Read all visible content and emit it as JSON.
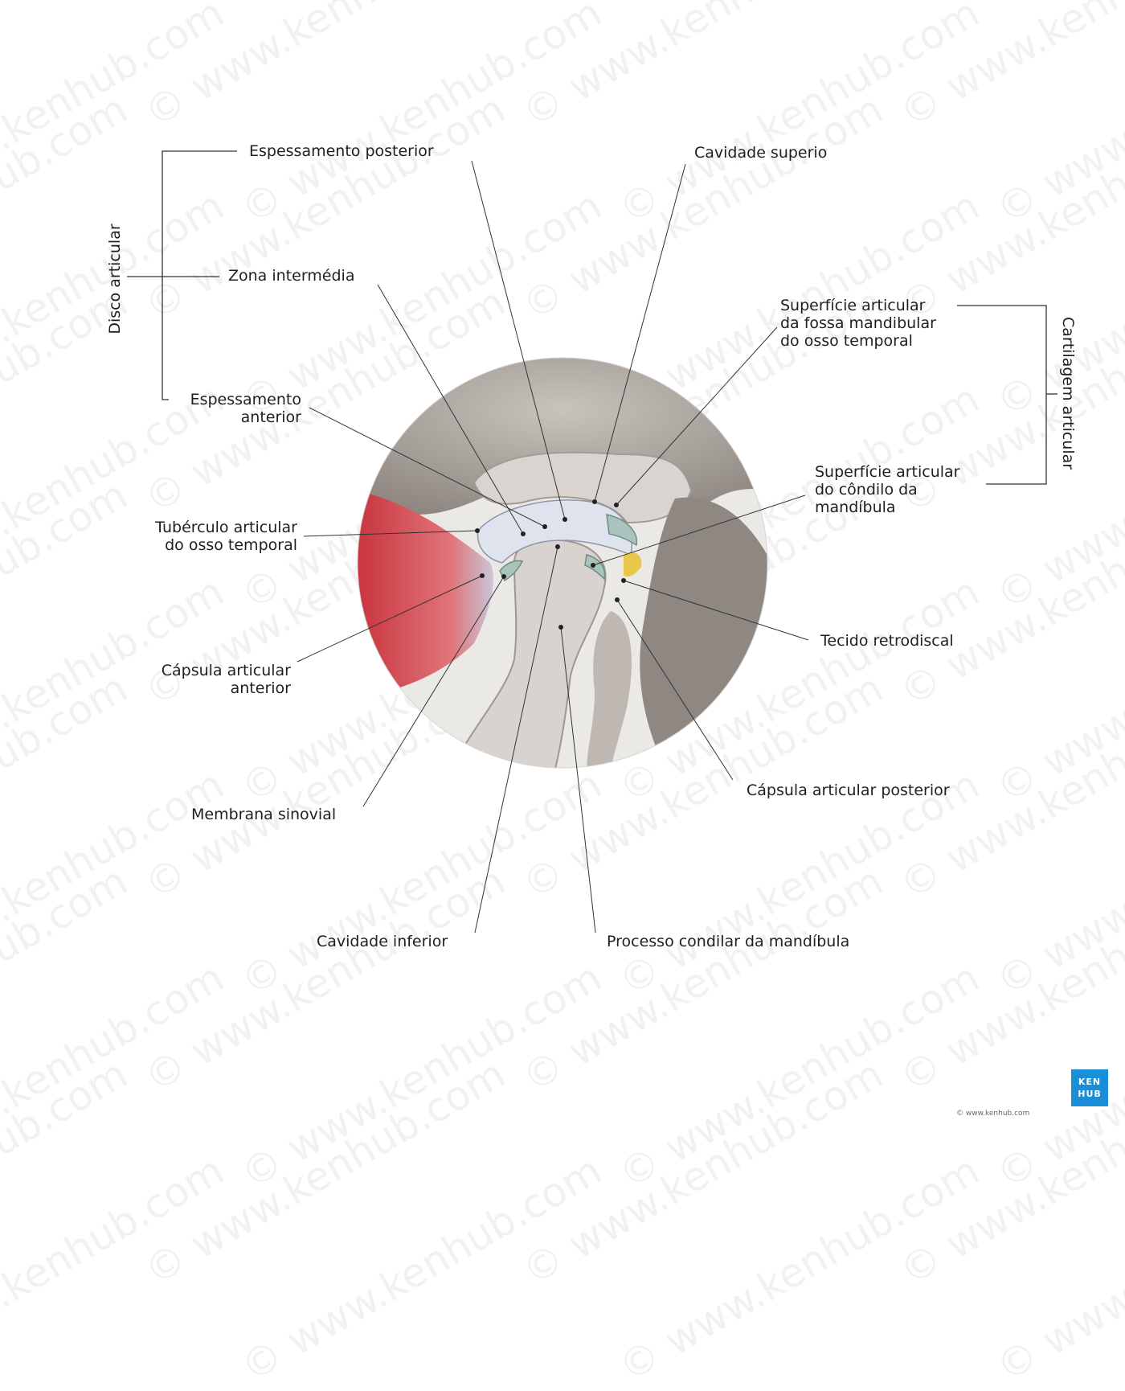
{
  "labels": {
    "espessamento_posterior": "Espessamento posterior",
    "cavidade_superio": "Cavidade superio",
    "zona_intermedia": "Zona intermédia",
    "superficie_fossa": [
      "Superfície articular",
      "da fossa mandibular",
      "do osso temporal"
    ],
    "espessamento_anterior": [
      "Espessamento",
      "anterior"
    ],
    "superficie_condilo": [
      "Superfície articular",
      "do côndilo da",
      "mandíbula"
    ],
    "tuberculo": [
      "Tubérculo articular",
      "do osso temporal"
    ],
    "tecido_retrodiscal": "Tecido retrodiscal",
    "capsula_anterior": [
      "Cápsula articular",
      "anterior"
    ],
    "capsula_posterior": "Cápsula articular posterior",
    "membrana_sinovial": "Membrana sinovial",
    "cavidade_inferior": "Cavidade inferior",
    "processo_condilar": "Processo condilar da mandíbula"
  },
  "groups": {
    "disco_articular": "Disco articular",
    "cartilagem_articular": "Cartilagem articular"
  },
  "watermark": "© www.kenhub.com",
  "logo": [
    "KEN",
    "HUB"
  ],
  "copyright": "© www.kenhub.com",
  "colors": {
    "bone": "#b3aca6",
    "disc": "#dfe3ee",
    "cartilage": "#a9c4bd",
    "muscle": "#d2464e",
    "fat": "#e8c74a",
    "brand": "#1a8fd8"
  }
}
